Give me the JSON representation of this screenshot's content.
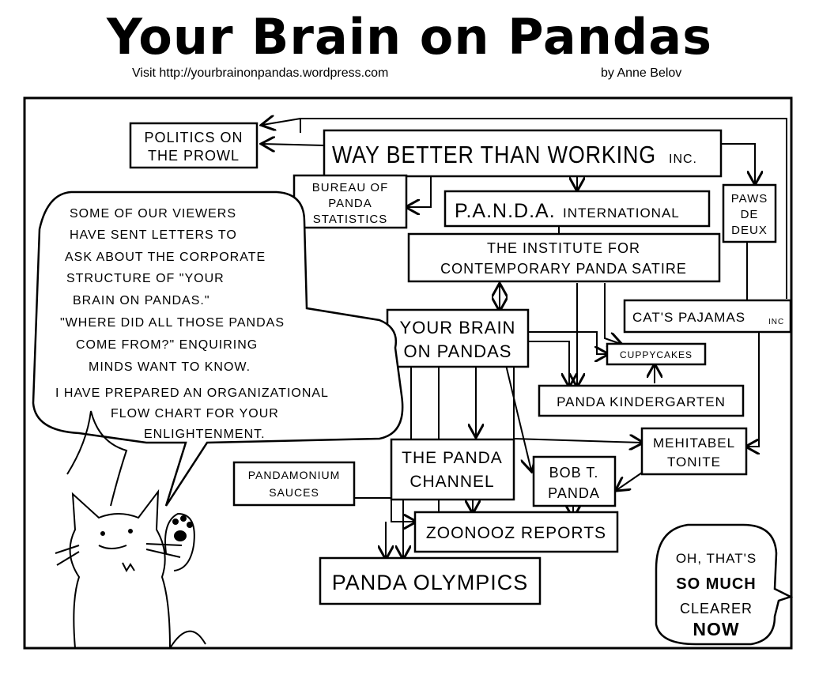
{
  "header": {
    "title": "Your Brain on Pandas",
    "url": "Visit http://yourbrainonpandas.wordpress.com",
    "byline": "by Anne Belov"
  },
  "org_chart": {
    "politics": [
      "POLITICS ON",
      "THE PROWL"
    ],
    "way_better": {
      "main": "WAY BETTER THAN WORKING",
      "suffix": "INC."
    },
    "bureau": [
      "BUREAU OF",
      "PANDA",
      "STATISTICS"
    ],
    "panda_intl": {
      "main": "P.A.N.D.A.",
      "suffix": "INTERNATIONAL"
    },
    "paws": [
      "PAWS",
      "DE",
      "DEUX"
    ],
    "institute": [
      "THE INSTITUTE FOR",
      "CONTEMPORARY PANDA SATIRE"
    ],
    "cats_pajamas": {
      "main": "CAT'S PAJAMAS",
      "suffix": "INC"
    },
    "ybop": [
      "YOUR BRAIN",
      "ON PANDAS"
    ],
    "cuppycakes": "CUPPYCAKES",
    "kindergarten": "PANDA KINDERGARTEN",
    "mehitabel": [
      "MEHITABEL",
      "TONITE"
    ],
    "sauces": [
      "PANDAMONIUM",
      "SAUCES"
    ],
    "channel": [
      "THE PANDA",
      "CHANNEL"
    ],
    "bob": [
      "BOB T.",
      "PANDA"
    ],
    "zoonooz": "ZOONOOZ REPORTS",
    "olympics": "PANDA OLYMPICS"
  },
  "speech_bubble": {
    "lines": [
      "SOME OF OUR VIEWERS",
      "HAVE SENT LETTERS TO",
      "ASK ABOUT THE CORPORATE",
      "STRUCTURE OF \"YOUR",
      "BRAIN ON PANDAS.\"",
      "\"WHERE DID ALL THOSE PANDAS",
      "COME FROM?\" ENQUIRING",
      "MINDS WANT TO KNOW.",
      "I HAVE PREPARED AN ORGANIZATIONAL",
      "FLOW CHART FOR YOUR",
      "ENLIGHTENMENT."
    ]
  },
  "reply_bubble": {
    "lines": [
      "OH, THAT'S",
      "SO MUCH",
      "CLEARER",
      "NOW"
    ]
  },
  "cat_icon": "cat-character-icon"
}
